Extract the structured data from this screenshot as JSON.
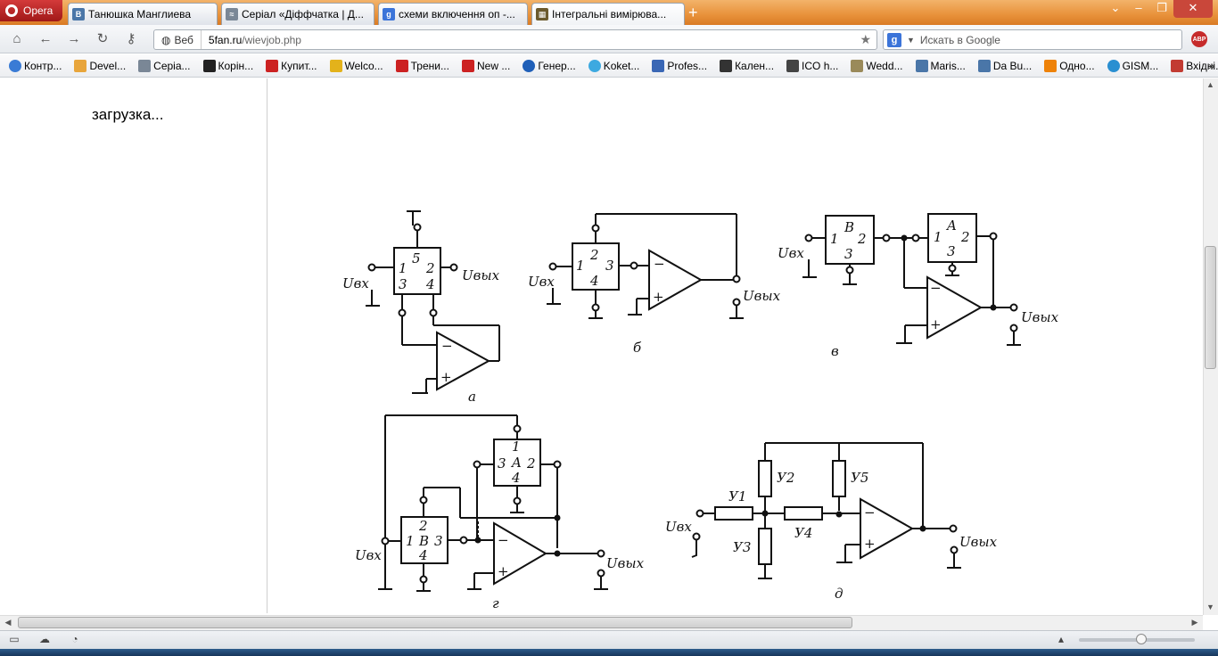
{
  "browser": {
    "name": "Opera",
    "tabs": [
      {
        "label": "Танюшка Манглиева",
        "icon": "vk-icon",
        "color": "#4a76a8",
        "glyph": "B"
      },
      {
        "label": "Серіал «Діффчатка | Д...",
        "icon": "site-icon",
        "color": "#7a8796",
        "glyph": "≈"
      },
      {
        "label": "схеми включення оп -...",
        "icon": "google-icon",
        "color": "#3b74d9",
        "glyph": "g"
      },
      {
        "label": "Інтегральні вимірюва...",
        "icon": "page-icon",
        "color": "#6b5a2e",
        "glyph": "▦"
      }
    ],
    "active_tab": 3
  },
  "address": {
    "badge": "Веб",
    "host": "5fan.ru",
    "path": "/wievjob.php"
  },
  "search": {
    "placeholder": "Искать в Google",
    "engine_glyph": "g"
  },
  "abp_label": "ABP",
  "bookmarks": [
    {
      "label": "Контр...",
      "color": "#3a7bd5"
    },
    {
      "label": "Devel...",
      "color": "#e8a53b"
    },
    {
      "label": "Серіа...",
      "color": "#7a8796"
    },
    {
      "label": "Корін...",
      "color": "#222222"
    },
    {
      "label": "Купит...",
      "color": "#cc2222"
    },
    {
      "label": "Welco...",
      "color": "#e3b21b"
    },
    {
      "label": "Трени...",
      "color": "#cc2222"
    },
    {
      "label": "New ...",
      "color": "#cc2222"
    },
    {
      "label": "Генер...",
      "color": "#1f5fb8"
    },
    {
      "label": "Koket...",
      "color": "#3da9e0"
    },
    {
      "label": "Profes...",
      "color": "#3a67b5"
    },
    {
      "label": "Кален...",
      "color": "#333333"
    },
    {
      "label": "ICO h...",
      "color": "#444444"
    },
    {
      "label": "Wedd...",
      "color": "#9a8a5a"
    },
    {
      "label": "Maris...",
      "color": "#4a76a8"
    },
    {
      "label": "Da Bu...",
      "color": "#4a76a8"
    },
    {
      "label": "Одно...",
      "color": "#ee8208"
    },
    {
      "label": "GISM...",
      "color": "#2a8fd1"
    },
    {
      "label": "Вхідні...",
      "color": "#c23b32"
    }
  ],
  "bookmarks_more": "»",
  "page": {
    "loading_text": "загрузка..."
  },
  "scheme": {
    "labels": {
      "a": "а",
      "b": "б",
      "v": "в",
      "g": "г",
      "d": "д",
      "uin": "Uвх",
      "uout": "Uвых",
      "n1": "1",
      "n2": "2",
      "n3": "3",
      "n4": "4",
      "n5": "5",
      "A": "A",
      "B": "B",
      "y1": "У1",
      "y2": "У2",
      "y3": "У3",
      "y4": "У4",
      "y5": "У5",
      "minus": "−",
      "plus": "+"
    }
  }
}
